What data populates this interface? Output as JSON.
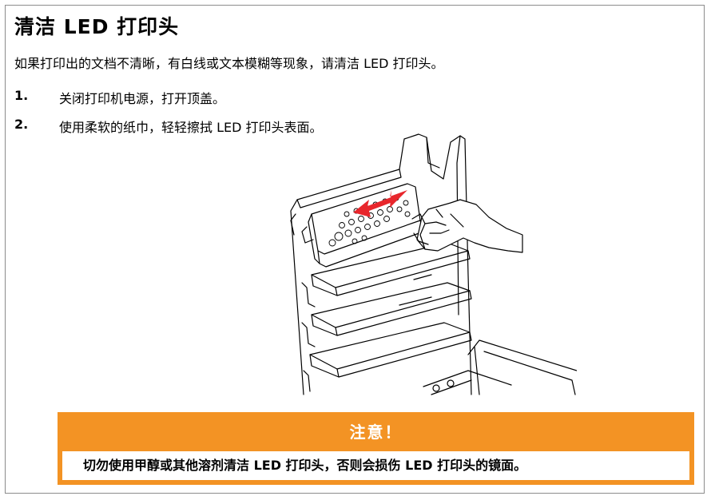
{
  "page": {
    "title": "清洁 LED 打印头",
    "intro": "如果打印出的文档不清晰，有白线或文本模糊等现象，请清洁 LED 打印头。",
    "steps": [
      {
        "number": "1.",
        "text": "关闭打印机电源，打开顶盖。"
      },
      {
        "number": "2.",
        "text": "使用柔软的纸巾，轻轻擦拭 LED 打印头表面。"
      }
    ]
  },
  "illustration": {
    "icon": "printer-open-cleaning-illustration",
    "arrow_color": "#e8262c"
  },
  "notice": {
    "title": "注意！",
    "body": "切勿使用甲醇或其他溶剂清洁 LED 打印头，否则会损伤 LED 打印头的镜面。",
    "color": "#f39324"
  }
}
